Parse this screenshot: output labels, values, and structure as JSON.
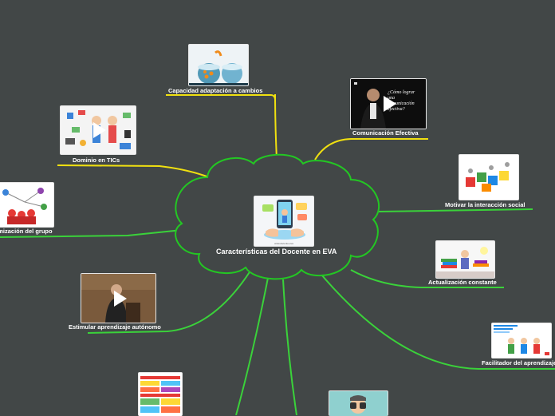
{
  "central": {
    "title": "Características del Docente en EVA",
    "caption": "www.docente-eva"
  },
  "branches": [
    {
      "id": "adaptacion",
      "label": "Capacidad adaptación a cambios",
      "image": "fishbowl-jump-image",
      "video": false
    },
    {
      "id": "comunicacion",
      "label": "Comunicación Efectiva",
      "image": "video-thumbnail",
      "video": true,
      "overlay": "¿Cómo lograr una comunicación efectiva?"
    },
    {
      "id": "tics",
      "label": "Dominio en TICs",
      "image": "tech-icons-image",
      "video": true
    },
    {
      "id": "interaccion",
      "label": "Motivar la interacción social",
      "image": "puzzle-people-image",
      "video": false
    },
    {
      "id": "grupo",
      "label": "Dinamización del grupo",
      "image": "group-network-image",
      "video": false
    },
    {
      "id": "actualizacion",
      "label": "Actualización constante",
      "image": "books-study-image",
      "video": false
    },
    {
      "id": "autonomo",
      "label": "Estimular aprendizaje autónomo",
      "image": "lecturer-video-image",
      "video": true
    },
    {
      "id": "facilitador",
      "label": "Facilitador del aprendizaje",
      "image": "team-illustration-image",
      "video": false
    }
  ],
  "colors": {
    "background": "#424747",
    "cloud_fill": "#424747",
    "cloud_stroke": "#23c723",
    "yellow": "#f0e010",
    "green": "#3ad23a"
  }
}
